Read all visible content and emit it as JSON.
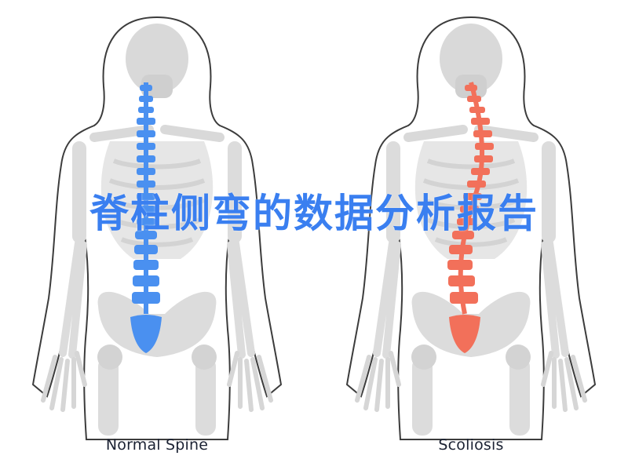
{
  "title": "脊柱侧弯的数据分析报告",
  "figures": [
    {
      "caption": "Normal Spine",
      "spine_color": "#4a90f0",
      "curve": "straight"
    },
    {
      "caption": "Scoliosis",
      "spine_color": "#f2705a",
      "curve": "curved"
    }
  ]
}
